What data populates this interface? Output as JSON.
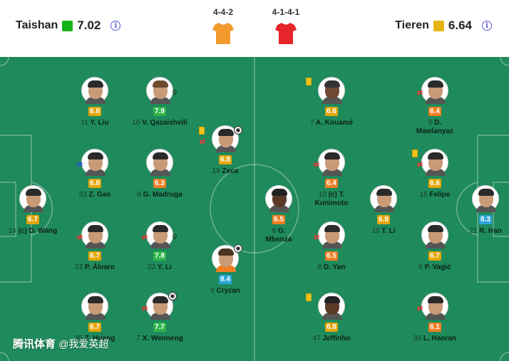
{
  "home": {
    "name": "Taishan",
    "rating": "7.02",
    "rating_color": "#17b21a",
    "formation": "4-4-2",
    "shirt_color": "#f39a2f"
  },
  "away": {
    "name": "Tieren",
    "rating": "6.64",
    "rating_color": "#e5b311",
    "formation": "4-1-4-1",
    "shirt_color": "#e5252a"
  },
  "rating_colors": {
    "green": "#2fb54a",
    "orange": "#f07e22",
    "yellow": "#e3a60a",
    "cyan": "#2aa6d8"
  },
  "home_players": [
    {
      "id": "11",
      "num": "11",
      "name": "Y. Liu",
      "rating": "6.8",
      "color": "yellow"
    },
    {
      "id": "10",
      "num": "10",
      "name": "V. Qazaishvili",
      "rating": "7.9",
      "color": "green"
    },
    {
      "id": "19",
      "num": "19",
      "name": "Zeca",
      "rating": "6.8",
      "color": "yellow"
    },
    {
      "id": "33",
      "num": "33",
      "name": "Z. Gao",
      "rating": "6.8",
      "color": "yellow"
    },
    {
      "id": "8",
      "num": "8",
      "name": "G. Madruga",
      "rating": "6.3",
      "color": "orange"
    },
    {
      "id": "14",
      "num": "14",
      "name": "(c) D. Wang",
      "rating": "6.7",
      "color": "yellow"
    },
    {
      "id": "9",
      "num": "9",
      "name": "Cryzan",
      "rating": "8.4",
      "color": "cyan"
    },
    {
      "id": "23",
      "num": "23",
      "name": "P. Álvaro",
      "rating": "6.7",
      "color": "yellow"
    },
    {
      "id": "22",
      "num": "22",
      "name": "Y. Li",
      "rating": "7.8",
      "color": "green"
    },
    {
      "id": "35",
      "num": "35",
      "name": "Z. Huang",
      "rating": "6.7",
      "color": "yellow"
    },
    {
      "id": "7",
      "num": "7",
      "name": "X. Wenneng",
      "rating": "7.7",
      "color": "green"
    }
  ],
  "away_players": [
    {
      "id": "a7",
      "num": "7",
      "name": "A. Kouamé",
      "rating": "6.6",
      "color": "yellow"
    },
    {
      "id": "a5",
      "num": "5",
      "name": "D.",
      "name2": "Mawlanyaz",
      "rating": "6.4",
      "color": "orange"
    },
    {
      "id": "a10",
      "num": "10",
      "name": "(c) T.",
      "name2": "Kunimoto",
      "rating": "6.4",
      "color": "orange"
    },
    {
      "id": "a15",
      "num": "15",
      "name": "Felipe",
      "rating": "6.6",
      "color": "yellow"
    },
    {
      "id": "a9",
      "num": "9",
      "name": "G.",
      "name2": "Mbenza",
      "rating": "6.5",
      "color": "orange"
    },
    {
      "id": "a18",
      "num": "18",
      "name": "T. Li",
      "rating": "6.9",
      "color": "yellow"
    },
    {
      "id": "a21",
      "num": "21",
      "name": "R. Han",
      "rating": "8.3",
      "color": "cyan"
    },
    {
      "id": "a8",
      "num": "8",
      "name": "D. Yan",
      "rating": "6.5",
      "color": "orange"
    },
    {
      "id": "a6",
      "num": "6",
      "name": "P. Vagić",
      "rating": "6.7",
      "color": "yellow"
    },
    {
      "id": "a47",
      "num": "47",
      "name": "Jeffinho",
      "rating": "6.8",
      "color": "yellow"
    },
    {
      "id": "a35",
      "num": "35",
      "name": "L. Haoran",
      "rating": "6.1",
      "color": "orange"
    }
  ],
  "watermark": {
    "brand": "腾讯体育",
    "handle": "@我爱英超"
  }
}
